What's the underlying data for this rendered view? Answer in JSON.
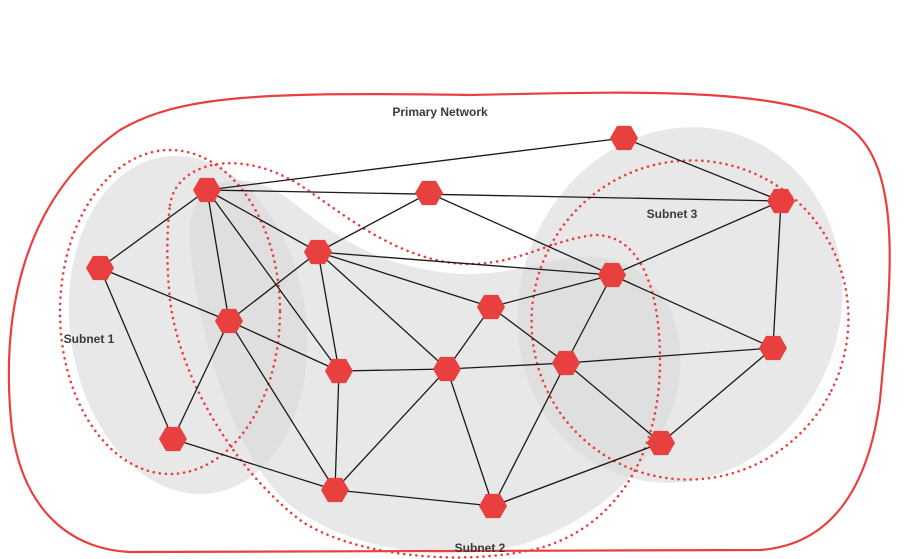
{
  "labels": {
    "primary": "Primary Network",
    "subnet1": "Subnet 1",
    "subnet2": "Subnet 2",
    "subnet3": "Subnet 3"
  },
  "colors": {
    "accent": "#e8403f",
    "edge": "#1a1a1a",
    "subnet_fill": "#d9d9d9"
  },
  "nodes": [
    {
      "id": "n1"
    },
    {
      "id": "n2"
    },
    {
      "id": "n3"
    },
    {
      "id": "n4"
    },
    {
      "id": "n5"
    },
    {
      "id": "n6"
    },
    {
      "id": "n7"
    },
    {
      "id": "n8"
    },
    {
      "id": "n9"
    },
    {
      "id": "n10"
    },
    {
      "id": "n11"
    },
    {
      "id": "n12"
    },
    {
      "id": "n13"
    },
    {
      "id": "n14"
    },
    {
      "id": "n15"
    },
    {
      "id": "n16"
    },
    {
      "id": "n17"
    }
  ],
  "edges": [
    [
      "n1",
      "n3"
    ],
    [
      "n1",
      "n11"
    ],
    [
      "n1",
      "n2"
    ],
    [
      "n2",
      "n3"
    ],
    [
      "n2",
      "n4"
    ],
    [
      "n2",
      "n9"
    ],
    [
      "n2",
      "n13"
    ],
    [
      "n3",
      "n4"
    ],
    [
      "n3",
      "n5"
    ],
    [
      "n3",
      "n13"
    ],
    [
      "n3",
      "n9"
    ],
    [
      "n4",
      "n5"
    ],
    [
      "n4",
      "n15"
    ],
    [
      "n4",
      "n6"
    ],
    [
      "n4",
      "n8"
    ],
    [
      "n4",
      "n7"
    ],
    [
      "n4",
      "n9"
    ],
    [
      "n5",
      "n6"
    ],
    [
      "n5",
      "n8"
    ],
    [
      "n6",
      "n16"
    ],
    [
      "n6",
      "n15"
    ],
    [
      "n6",
      "n12"
    ],
    [
      "n6",
      "n7"
    ],
    [
      "n7",
      "n8"
    ],
    [
      "n7",
      "n9"
    ],
    [
      "n7",
      "n10"
    ],
    [
      "n7",
      "n11"
    ],
    [
      "n8",
      "n12"
    ],
    [
      "n8",
      "n10"
    ],
    [
      "n8",
      "n9"
    ],
    [
      "n9",
      "n10"
    ],
    [
      "n9",
      "n11"
    ],
    [
      "n9",
      "n13"
    ],
    [
      "n12",
      "n13"
    ],
    [
      "n14",
      "n15"
    ],
    [
      "n14",
      "n16"
    ],
    [
      "n15",
      "n16"
    ],
    [
      "n15",
      "n17"
    ],
    [
      "n16",
      "n17"
    ]
  ]
}
